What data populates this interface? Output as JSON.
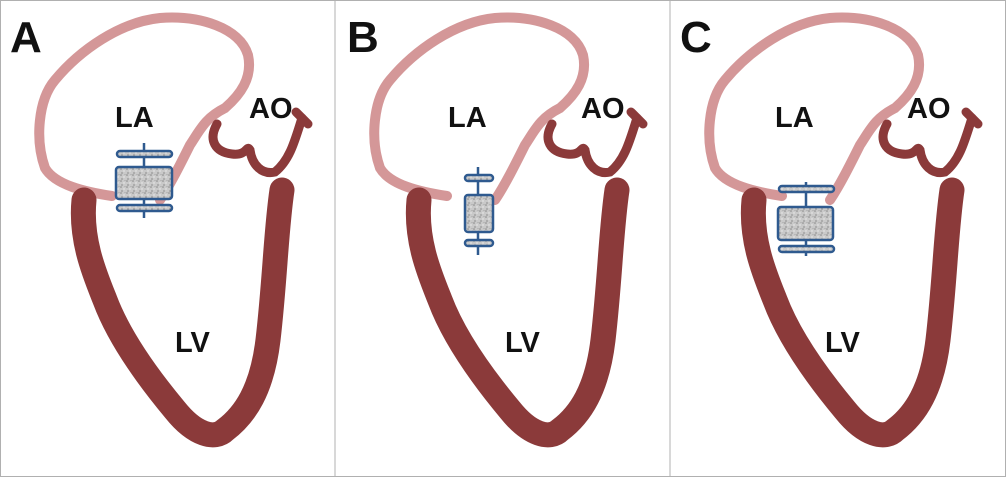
{
  "panels": [
    {
      "letter": "A",
      "la": "LA",
      "ao": "AO",
      "lv": "LV"
    },
    {
      "letter": "B",
      "la": "LA",
      "ao": "AO",
      "lv": "LV"
    },
    {
      "letter": "C",
      "la": "LA",
      "ao": "AO",
      "lv": "LV"
    }
  ],
  "colors": {
    "atrium": "#d49798",
    "ventricle": "#8b3a3a",
    "device_outline": "#2f5a8f",
    "device_fill": "#c4c4c4",
    "border": "#b0b0b0"
  }
}
